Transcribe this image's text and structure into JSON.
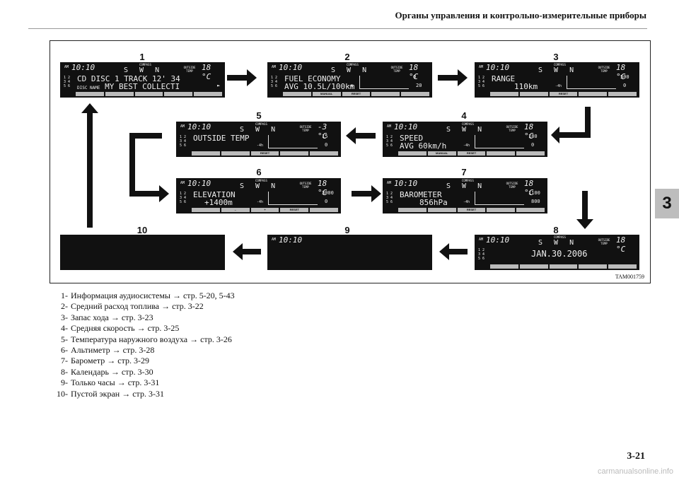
{
  "header": {
    "title": "Органы управления и контрольно-измерительные приборы"
  },
  "chapter_tab": "3",
  "figure": {
    "code": "TAM001759",
    "screen_numbers": [
      "1",
      "2",
      "3",
      "4",
      "5",
      "6",
      "7",
      "8",
      "9",
      "10"
    ],
    "common": {
      "am": "AM",
      "clock": "10:10",
      "compass_label": "COMPASS",
      "compass": "S W N",
      "outside_label": "OUTSIDE TEMP",
      "temp": "18 °C",
      "presets": "1 2 3 4 5 6",
      "chart_x": "-4h"
    },
    "screens": {
      "s1": {
        "line1": "CD    DISC 1  TRACK   12' 34",
        "disc_label": "DISC NAME",
        "line2": "MY BEST COLLECTI",
        "arrow": "►"
      },
      "s2": {
        "line1": "FUEL ECONOMY",
        "line2": "AVG 10.5L/100km",
        "hi": "0",
        "lo": "20",
        "keys": [
          "MANUAL",
          "RESET"
        ]
      },
      "s3": {
        "line1": "RANGE",
        "line2": "110km",
        "hi": "500",
        "lo": "0",
        "keys": [
          "RESET"
        ]
      },
      "s4": {
        "line1": "SPEED",
        "line2": "AVG  60km/h",
        "hi": "180",
        "lo": "0",
        "keys": [
          "MANUAL",
          "RESET"
        ]
      },
      "s5": {
        "line1": "OUTSIDE TEMP",
        "temp": "-3 °C",
        "hi": "15",
        "lo": "0",
        "keys": [
          "RESET"
        ]
      },
      "s6": {
        "line1": "ELEVATION",
        "line2": "+1400m",
        "hi": "3000",
        "lo": "0",
        "keys": [
          "–",
          "+",
          "RESET"
        ]
      },
      "s7": {
        "line1": "BAROMETER",
        "line2": "856hPa",
        "hi": "1100",
        "lo": "800",
        "keys": [
          "RESET"
        ]
      },
      "s8": {
        "date": "JAN.30.2006"
      }
    }
  },
  "legend": [
    {
      "n": "1-",
      "text": "Информация аудиосистемы → стр. 5-20, 5-43"
    },
    {
      "n": "2-",
      "text": "Средний расход топлива → стр. 3-22"
    },
    {
      "n": "3-",
      "text": "Запас хода → стр. 3-23"
    },
    {
      "n": "4-",
      "text": "Средняя скорость → стр. 3-25"
    },
    {
      "n": "5-",
      "text": "Температура наружного воздуха → стр. 3-26"
    },
    {
      "n": "6-",
      "text": "Альтиметр → стр. 3-28"
    },
    {
      "n": "7-",
      "text": "Барометр → стр. 3-29"
    },
    {
      "n": "8-",
      "text": "Календарь → стр. 3-30"
    },
    {
      "n": "9-",
      "text": "Только часы → стр. 3-31"
    },
    {
      "n": "10-",
      "text": "Пустой экран → стр. 3-31"
    }
  ],
  "page_number": "3-21",
  "watermark": "carmanualsonline.info"
}
